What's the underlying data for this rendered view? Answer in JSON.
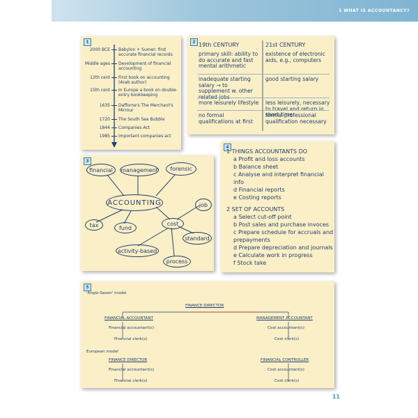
{
  "header": {
    "title": "1 WHAT IS ACCOUNTANCY?"
  },
  "badges": {
    "p1": "1",
    "p2": "2",
    "p3": "3",
    "p4": "4",
    "p5": "5"
  },
  "timeline": [
    {
      "date": "2000 BCE",
      "event": "Babylon + Sumer: first accurate financial records"
    },
    {
      "date": "Middle ages",
      "event": "Development of financial accounting"
    },
    {
      "date": "12th cent",
      "event": "First book on accounting (Arab author)"
    },
    {
      "date": "15th cent",
      "event": "In Europe a book on double-entry bookkeeping"
    },
    {
      "date": "1635",
      "event": "Dafforne's The Merchant's Mirrour"
    },
    {
      "date": "1720",
      "event": "The South Sea Bubble"
    },
    {
      "date": "1844",
      "event": "Companies Act"
    },
    {
      "date": "1985",
      "event": "Important companies act"
    }
  ],
  "centuries": {
    "head_19": "19th CENTURY",
    "head_21": "21st CENTURY",
    "rows": [
      {
        "c19": "primary skill: ability to do accurate and fast mental arithmetic",
        "c21": "existence of electronic aids, e.g., computers"
      },
      {
        "c19": "inadequate starting salary → to supplement w. other related jobs",
        "c21": "good starting salary"
      },
      {
        "c19": "more leisurely lifestyle",
        "c21": "less leisurely, necessary to travel and return in short time"
      },
      {
        "c19": "no formal qualifications at first",
        "c21": "formal professional qualification necessary"
      }
    ]
  },
  "mindmap": {
    "center": "ACCOUNTING",
    "nodes": {
      "financial": "financial",
      "management": "management",
      "forensic": "forensic",
      "job": "job",
      "tax": "tax",
      "fund": "fund",
      "cost": "cost",
      "standard": "standard",
      "activity": "activity-based",
      "process": "process"
    }
  },
  "things": {
    "h1": "1  THINGS ACCOUNTANTS DO",
    "list1": [
      "a  Profit and loss accounts",
      "b  Balance sheet",
      "c  Analyse and interpret financial",
      "    info",
      "d  Financial reports",
      "e  Costing reports"
    ],
    "h2": "2  SET OF ACCOUNTS",
    "list2": [
      "a  Select cut-off point",
      "b  Post sales and purchase invoces",
      "c  Prepare schedule for accruals and",
      "    prepayments",
      "d  Prepare depreciation and journals",
      "e  Calculate work in progress",
      "f  Stock take"
    ]
  },
  "orgs": {
    "anglo_label": "'Anglo-Saxon' model",
    "fin_director": "FINANCE DIRECTOR",
    "fin_accountant": "FINANCIAL ACCOUNTANT",
    "mgmt_accountant": "MANAGEMENT ACCOUNTANT",
    "fin_accountants": "Financial accountant(s)",
    "fin_clerks": "Financial clerk(s)",
    "cost_accountants": "Cost accountant(s)",
    "cost_clerks": "Cost clerk(s)",
    "euro_label": "European model",
    "euro_fin_director": "FINANCE DIRECTOR",
    "euro_fin_controller": "FINANCIAL CONTROLLER",
    "euro_fin_accountants": "Financial accountant(s)",
    "euro_fin_clerks": "Financial clerk(s)",
    "euro_cost_accountants": "Cost accountant(s)",
    "euro_cost_clerks": "Cost clerk(s)"
  },
  "page_number": "11"
}
